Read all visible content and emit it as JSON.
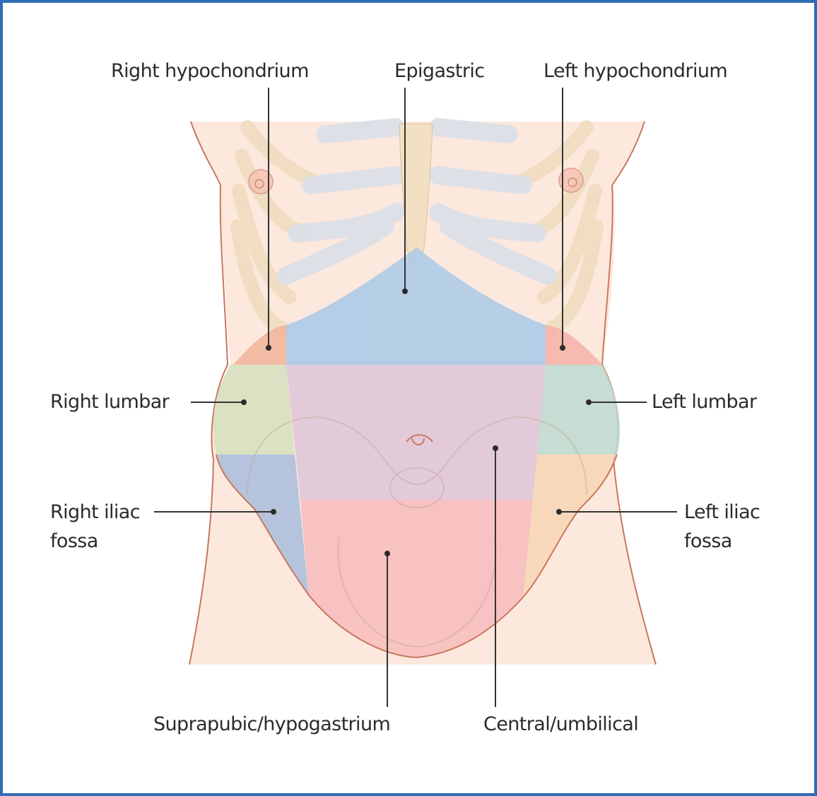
{
  "figure": {
    "subject": "Nine regions of the abdomen",
    "frame_color": "#2e6db4",
    "skin_color": "#fde8de",
    "skin_outline_color": "#c8785e",
    "rib_color": "#efdcc0",
    "cartilage_color": "#dde0e8"
  },
  "regions": [
    {
      "id": "right-hypochondrium",
      "label": "Right hypochondrium",
      "color": "#f0b49a"
    },
    {
      "id": "epigastric",
      "label": "Epigastric",
      "color": "#a9c9e8"
    },
    {
      "id": "left-hypochondrium",
      "label": "Left hypochondrium",
      "color": "#f7b3a8"
    },
    {
      "id": "right-lumbar",
      "label": "Right lumbar",
      "color": "#d6e0bf"
    },
    {
      "id": "central-umbilical",
      "label": "Central/umbilical",
      "color": "#dfc5d9"
    },
    {
      "id": "left-lumbar",
      "label": "Left lumbar",
      "color": "#bedbd1"
    },
    {
      "id": "right-iliac-fossa",
      "label_line1": "Right iliac",
      "label_line2": "fossa",
      "color": "#a9bedc"
    },
    {
      "id": "suprapubic-hypogastrium",
      "label": "Suprapubic/hypogastrium",
      "color": "#f7bcbc"
    },
    {
      "id": "left-iliac-fossa",
      "label_line1": "Left iliac",
      "label_line2": "fossa",
      "color": "#f8d6b4"
    }
  ]
}
